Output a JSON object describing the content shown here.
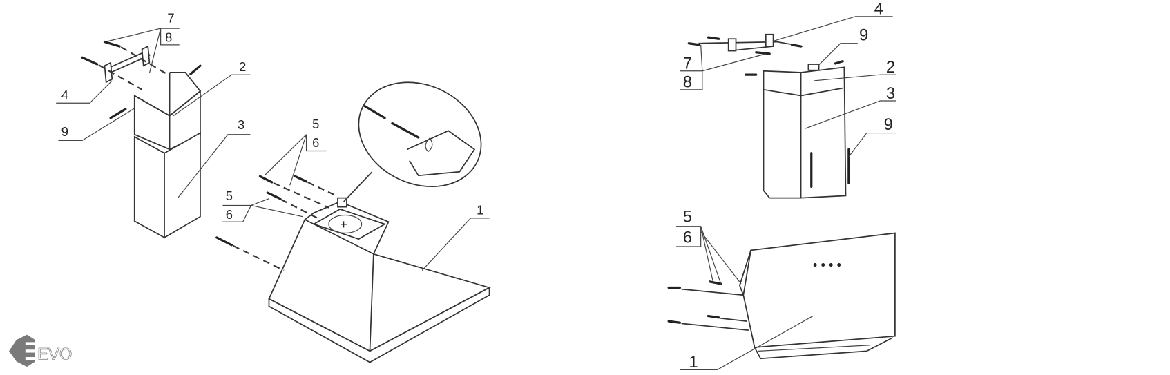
{
  "logo": {
    "text": "EVO",
    "color": "#7a7a7a"
  },
  "left_diagram": {
    "title": "Pyramid hood assembly",
    "labels": {
      "l7": "7",
      "l8": "8",
      "l2": "2",
      "l4": "4",
      "l9": "9",
      "l3": "3",
      "l5a": "5",
      "l6a": "6",
      "l5b": "5",
      "l6b": "6",
      "l1": "1"
    }
  },
  "right_diagram": {
    "labels": {
      "l4": "4",
      "l9a": "9",
      "l7": "7",
      "l8": "8",
      "l2": "2",
      "l3": "3",
      "l9b": "9",
      "l5": "5",
      "l6": "6",
      "l1": "1"
    }
  }
}
